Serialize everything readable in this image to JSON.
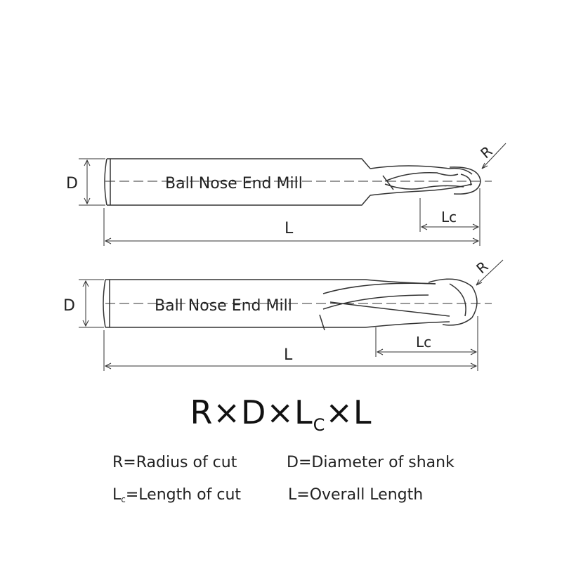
{
  "tool_top": {
    "name": "Ball Nose End Mill",
    "dim_d": "D",
    "dim_l": "L",
    "dim_lc": "Lc",
    "dim_r": "R"
  },
  "tool_bottom": {
    "name": "Ball Nose End Mill",
    "dim_d": "D",
    "dim_l": "L",
    "dim_lc": "Lc",
    "dim_r": "R"
  },
  "formula": {
    "part1": "R×D×L",
    "sub": "C",
    "part2": "×L"
  },
  "legend": {
    "r": "R=Radius of cut",
    "d": "D=Diameter of shank",
    "lc_main": "L",
    "lc_sub": "c",
    "lc_rest": "=Length of cut",
    "l": "L=Overall Length"
  }
}
